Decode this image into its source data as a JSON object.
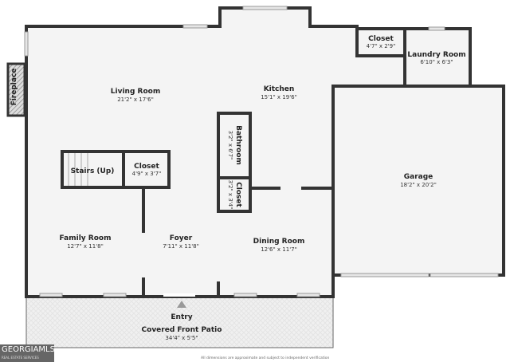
{
  "rooms": {
    "living": {
      "name": "Living Room",
      "dim": "21'2\" x 17'6\""
    },
    "kitchen": {
      "name": "Kitchen",
      "dim": "15'1\" x 19'6\""
    },
    "closet_top": {
      "name": "Closet",
      "dim": "4'7\" x 2'9\""
    },
    "laundry": {
      "name": "Laundry Room",
      "dim": "6'10\" x 6'3\""
    },
    "fireplace": {
      "name": "Fireplace"
    },
    "stairs": {
      "name": "Stairs (Up)"
    },
    "closet_stairs": {
      "name": "Closet",
      "dim": "4'9\" x 3'7\""
    },
    "bathroom": {
      "name": "Bathroom",
      "dim": "3'2\" x 6'7\""
    },
    "closet_small": {
      "name": "Closet",
      "dim": "3'2\" x 3'4\""
    },
    "garage": {
      "name": "Garage",
      "dim": "18'2\" x 20'2\""
    },
    "family": {
      "name": "Family Room",
      "dim": "12'7\" x 11'8\""
    },
    "foyer": {
      "name": "Foyer",
      "dim": "7'11\" x 11'8\""
    },
    "dining": {
      "name": "Dining Room",
      "dim": "12'6\" x 11'7\""
    },
    "entry": {
      "name": "Entry"
    },
    "patio": {
      "name": "Covered Front Patio",
      "dim": "34'4\" x 5'5\""
    }
  },
  "logo": {
    "main": "GEORGIAMLS",
    "sub": "REAL ESTATE SERVICES"
  },
  "disclaimer": "All dimensions are approximate and subject to independent verification",
  "colors": {
    "wall": "#333333",
    "floor": "#f4f4f4",
    "patio": "#eeeeee"
  }
}
